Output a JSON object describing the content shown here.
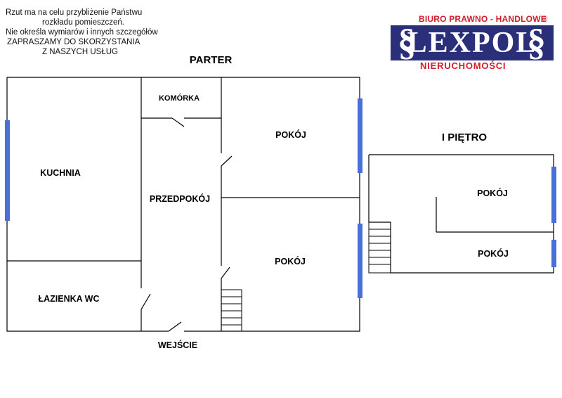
{
  "note": {
    "line1": "Rzut ma na celu przybliżenie Państwu",
    "line2": "rozkładu pomieszczeń.",
    "line3": "Nie określa wymiarów i innych szczegółów",
    "line4": "ZAPRASZAMY DO SKORZYSTANIA",
    "line5": "Z NASZYCH USŁUG"
  },
  "logo": {
    "top_text": "BIURO PRAWNO - HANDLOWE",
    "registered": "®",
    "symbol": "§",
    "name": "LEXPOL",
    "subtitle": "NIERUCHOMOŚCI",
    "colors": {
      "red": "#d21e2a",
      "navy": "#2b2f7a"
    }
  },
  "floors": {
    "ground": {
      "title": "PARTER",
      "rooms": {
        "kitchen": "KUCHNIA",
        "storage": "KOMÓRKA",
        "hallway": "PRZEDPOKÓJ",
        "bathroom": "ŁAZIENKA  WC",
        "room_upper": "POKÓJ",
        "room_lower": "POKÓJ",
        "entrance": "WEJŚCIE"
      }
    },
    "first": {
      "title": "I PIĘTRO",
      "rooms": {
        "room_upper": "POKÓJ",
        "room_lower": "POKÓJ"
      }
    }
  },
  "colors": {
    "wall": "#000000",
    "window": "#4a6fd8"
  }
}
